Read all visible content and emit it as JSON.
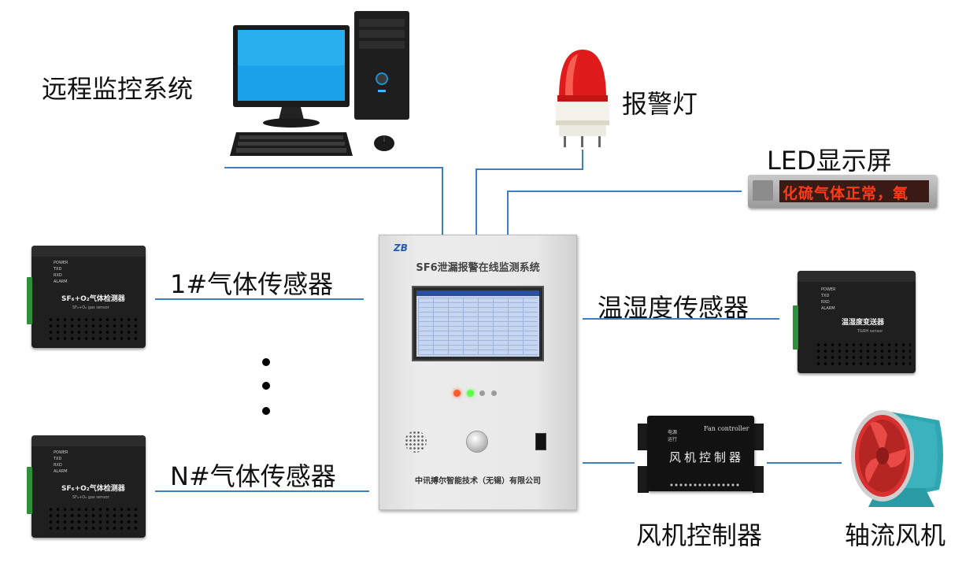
{
  "labels": {
    "remote_monitor": "远程监控系统",
    "alarm_light": "报警灯",
    "led_screen": "LED显示屏",
    "sensor_1": "1#气体传感器",
    "sensor_n": "N#气体传感器",
    "temp_humidity": "温湿度传感器",
    "fan_controller": "风机控制器",
    "axial_fan": "轴流风机"
  },
  "led_display_text": "化硫气体正常，氧",
  "cabinet": {
    "logo": "ZB",
    "title": "SF6泄漏报警在线监测系统",
    "company": "中讯搏尔智能技术（无锡）有限公司"
  },
  "gas_sensor_device": {
    "title": "SF₆+O₂气体检测器",
    "subtitle": "SF₆+O₂ gas sensor",
    "led_labels": [
      "POWER",
      "TXD",
      "RXD",
      "ALARM"
    ]
  },
  "th_device": {
    "title": "温湿度变送器",
    "subtitle": "T&RH sensor",
    "led_labels": [
      "POWER",
      "TXD",
      "RXD",
      "ALARM"
    ]
  },
  "fan_device": {
    "title_en": "Fan controller",
    "title": "风机控制器",
    "led_labels": [
      "电源",
      "运行"
    ]
  },
  "colors": {
    "connector_line": "#3d7fc1",
    "monitor_screen": "#1aa3e8",
    "alarm_red": "#e01b1b",
    "led_text": "#ff3b1a",
    "fan_blade": "#d8312f",
    "fan_shell": "#2fa6b0"
  }
}
